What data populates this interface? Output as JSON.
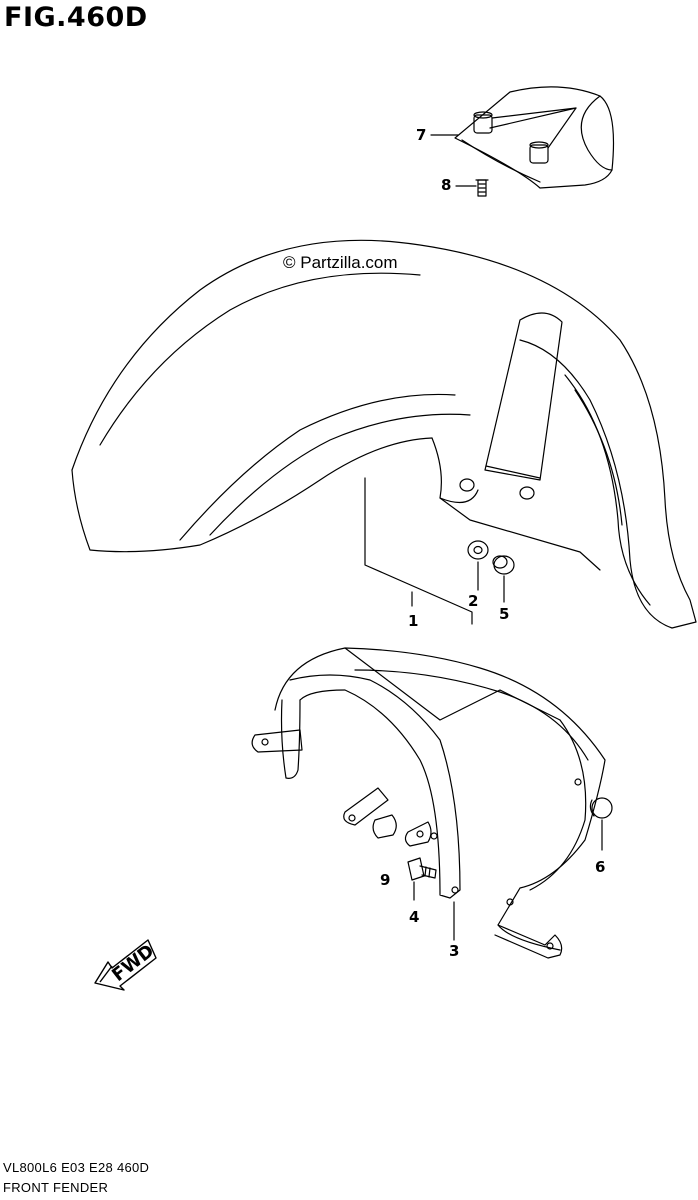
{
  "figure": {
    "title": "FIG.460D",
    "watermark": "© Partzilla.com"
  },
  "callouts": [
    {
      "id": "c1",
      "number": "1"
    },
    {
      "id": "c2",
      "number": "2"
    },
    {
      "id": "c3",
      "number": "3"
    },
    {
      "id": "c4",
      "number": "4"
    },
    {
      "id": "c5",
      "number": "5"
    },
    {
      "id": "c6",
      "number": "6"
    },
    {
      "id": "c7",
      "number": "7"
    },
    {
      "id": "c8",
      "number": "8"
    },
    {
      "id": "c9",
      "number": "9"
    }
  ],
  "direction_arrow": {
    "label": "FWD"
  },
  "footer": {
    "code": "VL800L6 E03 E28 460D",
    "caption": "FRONT FENDER"
  }
}
